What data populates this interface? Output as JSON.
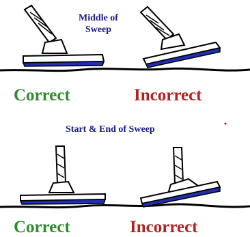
{
  "top_heading": "Middle of Sweep",
  "bottom_heading": "Start & End of Sweep",
  "verdict_correct": "Correct",
  "verdict_incorrect": "Incorrect",
  "colors": {
    "heading": "#1a1a8c",
    "correct": "#2e8b2e",
    "incorrect": "#b22222",
    "coil_bottom": "#1f2fb0",
    "outline": "#000000"
  }
}
